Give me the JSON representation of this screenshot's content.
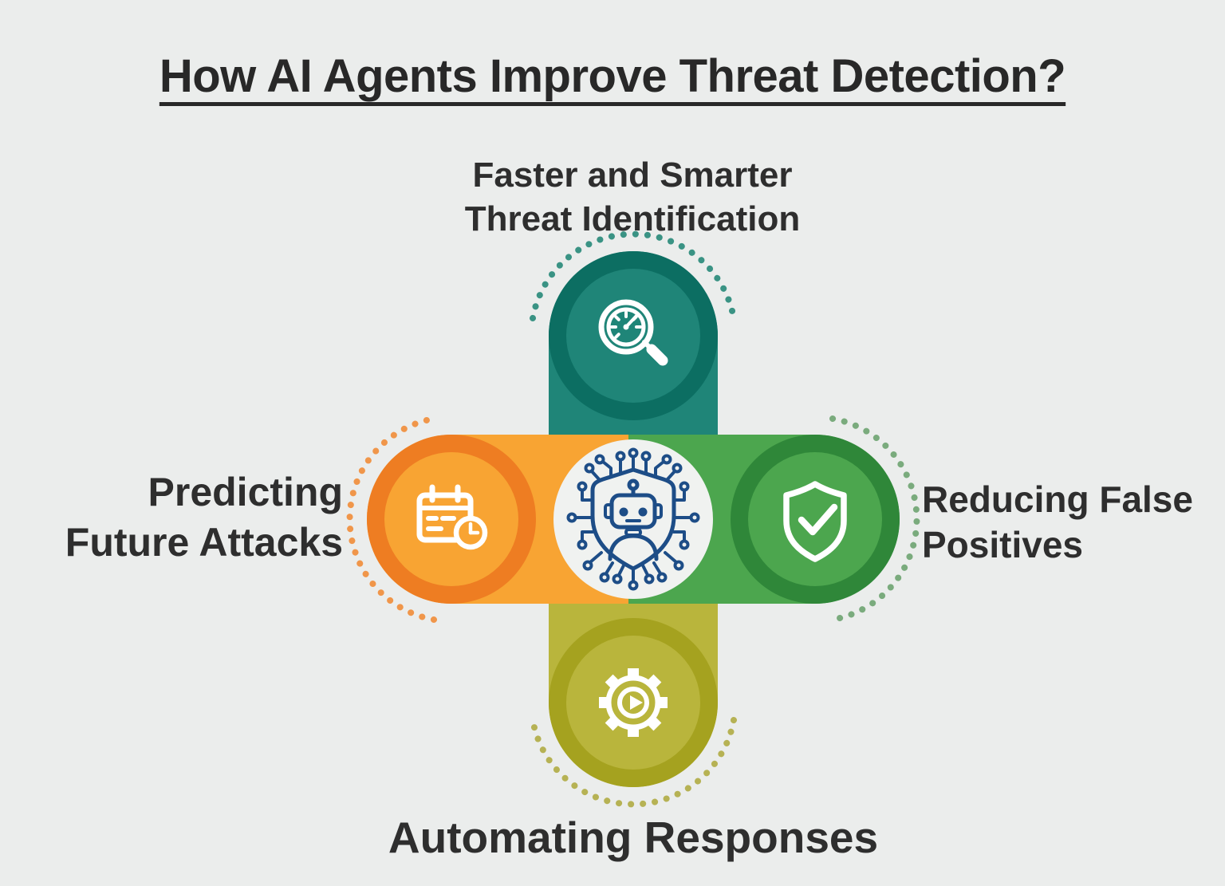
{
  "title": "How AI Agents Improve Threat Detection?",
  "nodes": {
    "top": {
      "label": "Faster and Smarter\nThreat Identification",
      "icon": "magnifier-gauge-icon",
      "color_ring": "#0c6e62",
      "color_fill": "#1f8578",
      "color_dots": "#3a9384"
    },
    "left": {
      "label": "Predicting\nFuture Attacks",
      "icon": "calendar-clock-icon",
      "color_ring": "#ee7d22",
      "color_fill": "#f8a433",
      "color_dots": "#f0964a"
    },
    "right": {
      "label": "Reducing False\nPositives",
      "icon": "shield-check-icon",
      "color_ring": "#2f8739",
      "color_fill": "#4ca64e",
      "color_dots": "#7aab7d"
    },
    "bottom": {
      "label": "Automating Responses",
      "icon": "gear-play-icon",
      "color_ring": "#a5a21f",
      "color_fill": "#b9b53c",
      "color_dots": "#b6b254"
    }
  },
  "center": {
    "icon": "ai-robot-shield-icon",
    "color": "#1d4d87",
    "circle_fill": "#f0f2f0"
  },
  "background": "#ebedec",
  "text_color": "#2e2e2e"
}
